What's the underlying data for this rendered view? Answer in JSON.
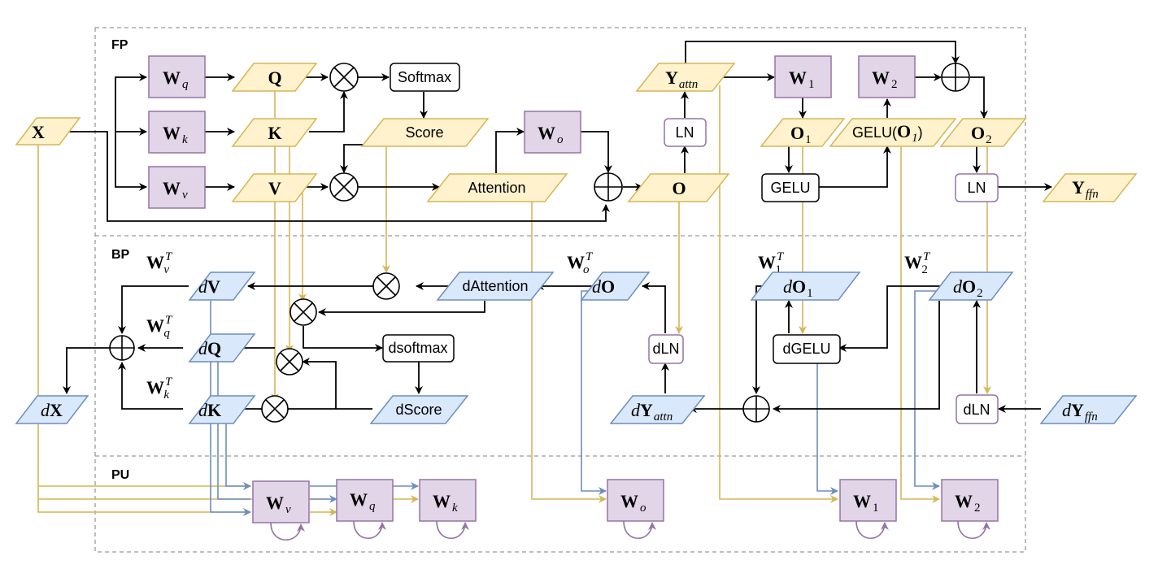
{
  "colors": {
    "weight_fill": "#e1d5e7",
    "weight_stroke": "#9673a6",
    "forward_fill": "#fff2cc",
    "forward_stroke": "#d6b656",
    "backward_fill": "#dae8fc",
    "backward_stroke": "#6c8ebf",
    "section_border": "#999999",
    "edge": "#000000"
  },
  "sections": {
    "fp": "FP",
    "bp": "BP",
    "pu": "PU"
  },
  "fp": {
    "x": {
      "base": "X",
      "sub": ""
    },
    "wq": {
      "base": "W",
      "sub": "q"
    },
    "wk": {
      "base": "W",
      "sub": "k"
    },
    "wv": {
      "base": "W",
      "sub": "v"
    },
    "q": {
      "base": "Q",
      "sub": ""
    },
    "k": {
      "base": "K",
      "sub": ""
    },
    "v": {
      "base": "V",
      "sub": ""
    },
    "softmax": "Softmax",
    "score": "Score",
    "attention": "Attention",
    "wo": {
      "base": "W",
      "sub": "o"
    },
    "o": {
      "base": "O",
      "sub": ""
    },
    "ln1": "LN",
    "yattn": {
      "base": "Y",
      "sub": "attn"
    },
    "w1": {
      "base": "W",
      "sub": "1"
    },
    "w2": {
      "base": "W",
      "sub": "2"
    },
    "o1": {
      "base": "O",
      "sub": "1"
    },
    "gelu_o1": {
      "prefix": "GELU(",
      "base": "O",
      "sub": "1",
      "suffix": ")"
    },
    "o2": {
      "base": "O",
      "sub": "2"
    },
    "gelu": "GELU",
    "ln2": "LN",
    "yffn": {
      "base": "Y",
      "sub": "ffn"
    }
  },
  "bp": {
    "dv": {
      "prefix": "d",
      "base": "V",
      "sub": ""
    },
    "dq": {
      "prefix": "d",
      "base": "Q",
      "sub": ""
    },
    "dk": {
      "prefix": "d",
      "base": "K",
      "sub": ""
    },
    "dx": {
      "prefix": "d",
      "base": "X",
      "sub": ""
    },
    "wvT": {
      "base": "W",
      "sub": "v",
      "sup": "T"
    },
    "wqT": {
      "base": "W",
      "sub": "q",
      "sup": "T"
    },
    "wkT": {
      "base": "W",
      "sub": "k",
      "sup": "T"
    },
    "woT": {
      "base": "W",
      "sub": "o",
      "sup": "T"
    },
    "w1T": {
      "base": "W",
      "sub": "1",
      "sup": "T"
    },
    "w2T": {
      "base": "W",
      "sub": "2",
      "sup": "T"
    },
    "dattention": "dAttention",
    "dsoftmax": "dsoftmax",
    "dscore": "dScore",
    "do": {
      "prefix": "d",
      "base": "O",
      "sub": ""
    },
    "dln1": "dLN",
    "dyattn": {
      "prefix": "d",
      "base": "Y",
      "sub": "attn"
    },
    "do1": {
      "prefix": "d",
      "base": "O",
      "sub": "1"
    },
    "dgelu": "dGELU",
    "do2": {
      "prefix": "d",
      "base": "O",
      "sub": "2"
    },
    "dln2": "dLN",
    "dyffn": {
      "prefix": "d",
      "base": "Y",
      "sub": "ffn"
    }
  },
  "pu": {
    "wv": {
      "base": "W",
      "sub": "v"
    },
    "wq": {
      "base": "W",
      "sub": "q"
    },
    "wk": {
      "base": "W",
      "sub": "k"
    },
    "wo": {
      "base": "W",
      "sub": "o"
    },
    "w1": {
      "base": "W",
      "sub": "1"
    },
    "w2": {
      "base": "W",
      "sub": "2"
    }
  }
}
